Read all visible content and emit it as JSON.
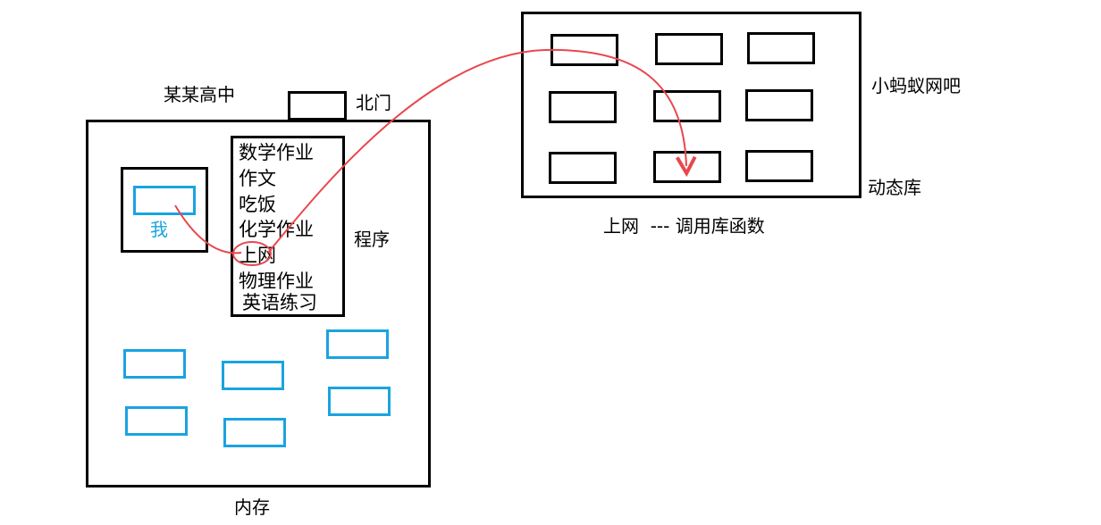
{
  "labels": {
    "school": "某某高中",
    "north_gate": "北门",
    "me": "我",
    "program": "程序",
    "memory": "内存",
    "netcafe": "小蚂蚁网吧",
    "dynamic_lib": "动态库",
    "caption": "上网  --- 调用库函数"
  },
  "program_items": [
    "数学作业",
    "作文",
    "吃饭",
    "化学作业",
    "上网",
    "物理作业",
    "英语练习"
  ],
  "colors": {
    "outline": "#000000",
    "memory_block": "#1aa3e0",
    "arrow": "#e8474d",
    "me_text": "#1aa3e0"
  }
}
